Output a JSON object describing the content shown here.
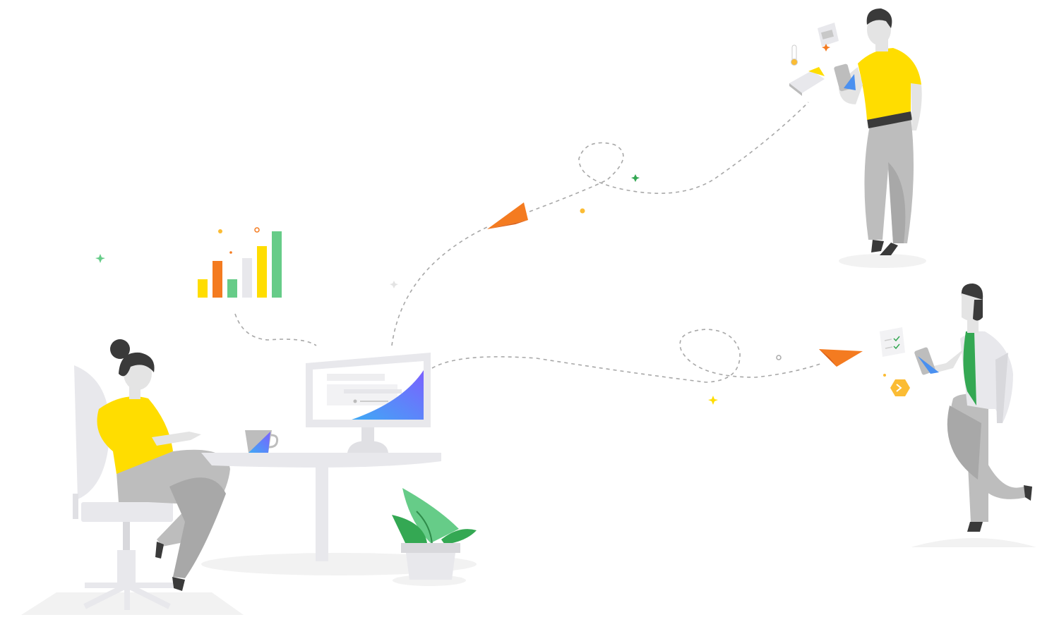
{
  "illustration": {
    "colors": {
      "yellow": "#FFDD00",
      "orange": "#F47B20",
      "green": "#66CC88",
      "dark_green": "#34A853",
      "blue": "#4A90F0",
      "purple": "#7B61FF",
      "light_gray": "#E8E8EC",
      "mid_gray": "#BDBDBD",
      "dark_gray": "#9E9E9E",
      "hair": "#3A3A3A",
      "skin": "#E4E4E4"
    },
    "icons": [
      "bar-chart-icon",
      "paper-plane-icon",
      "thermometer-icon",
      "calendar-icon",
      "document-icon",
      "checklist-icon",
      "hexagon-badge-icon",
      "smartphone-icon",
      "sparkle-icon"
    ],
    "bar_chart_levels": [
      0.27,
      0.55,
      0.27,
      0.59,
      0.77,
      1.0
    ]
  }
}
